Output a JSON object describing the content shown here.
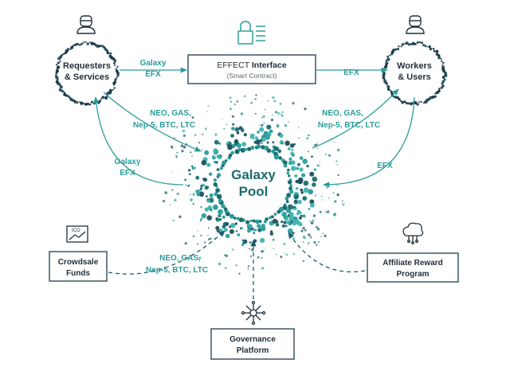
{
  "colors": {
    "teal": "#2a9d9a",
    "dark_teal": "#1c6b6e",
    "navy": "#1b3a4b",
    "text": "#1f2f3a",
    "box_border": "#2c4a5a"
  },
  "nodes": {
    "requesters": {
      "line1": "Requesters",
      "line2": "& Services",
      "icon": "user-icon"
    },
    "workers": {
      "line1": "Workers",
      "line2": "& Users",
      "icon": "user-icon"
    },
    "galaxy_pool": {
      "line1": "Galaxy",
      "line2": "Pool"
    },
    "effect_interface": {
      "prefix": "EFFECT",
      "title": "Interface",
      "subtitle": "(Smart Contract)",
      "icon": "lock-icon"
    },
    "crowdsale": {
      "line1": "Crowdsale",
      "line2": "Funds",
      "icon": "ico-chart-icon"
    },
    "affiliate": {
      "line1": "Affiliate Reward",
      "line2": "Program",
      "icon": "cloud-network-icon"
    },
    "governance": {
      "line1": "Governance",
      "line2": "Platform",
      "icon": "network-hub-icon"
    }
  },
  "edges": {
    "req_to_interface": {
      "line1": "Galaxy",
      "line2": "EFX"
    },
    "interface_to_workers": {
      "line1": "EFX"
    },
    "req_to_pool": {
      "line1": "NEO, GAS,",
      "line2": "Nep-5, BTC, LTC"
    },
    "workers_to_pool": {
      "line1": "NEO, GAS,",
      "line2": "Nep-5, BTC, LTC"
    },
    "pool_to_req": {
      "line1": "Galaxy",
      "line2": "EFX"
    },
    "pool_to_workers": {
      "line1": "EFX"
    },
    "crowdsale_to_pool": {
      "line1": "NEO, GAS,",
      "line2": "Nep-5, BTC, LTC"
    }
  }
}
